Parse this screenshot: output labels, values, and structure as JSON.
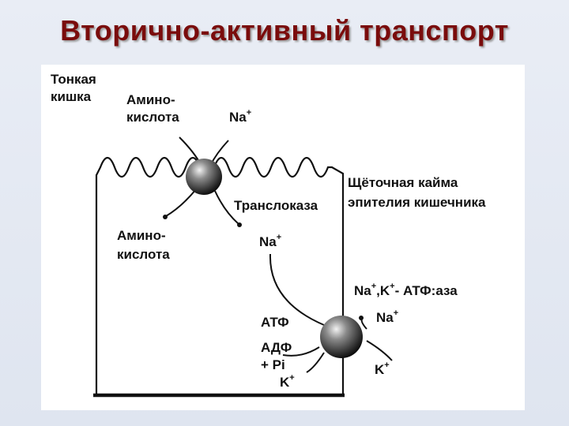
{
  "slide": {
    "title": "Вторично-активный транспорт"
  },
  "diagram": {
    "labels": {
      "small_intestine": [
        "Тонкая",
        "кишка"
      ],
      "amino_acid_top": [
        "Амино-",
        "кислота"
      ],
      "na_top": "Na",
      "brush_border": [
        "Щёточная кайма",
        "эпителия кишечника"
      ],
      "translocase": "Транслоказа",
      "amino_acid_bottom": [
        "Амино-",
        "кислота"
      ],
      "na_middle": "Na",
      "pump": "Na",
      "pump_k": ",K",
      "pump_suffix": "- АТФ:аза",
      "atp": "АТФ",
      "adp": "АДФ",
      "pi": "+ Pi",
      "k_left": "K",
      "na_right": "Na",
      "k_right": "K",
      "plus": "+"
    }
  }
}
